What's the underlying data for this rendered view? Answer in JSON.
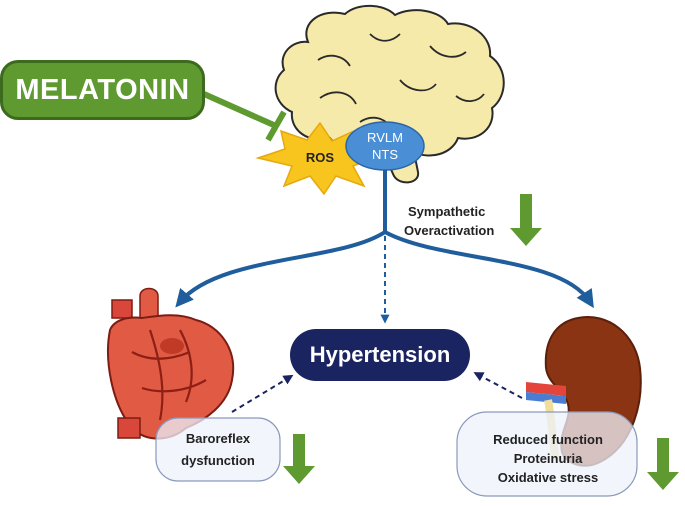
{
  "melatonin": "MELATONIN",
  "ros": "ROS",
  "rvlm": "RVLM",
  "nts": "NTS",
  "sympathetic": [
    "Sympathetic",
    "Overactivation"
  ],
  "hypertension": "Hypertension",
  "baroreflex": [
    "Baroreflex",
    "dysfunction"
  ],
  "kidney_effects": [
    "Reduced function",
    "Proteinuria",
    "Oxidative stress"
  ],
  "colors": {
    "green": "#5e9a30",
    "navy": "#1a2461",
    "arrow_blue": "#1f5d9c",
    "brain": "#f6eaaa",
    "ros": "#f7c51e",
    "heart": "#e05a44",
    "kidney": "#8a3414"
  }
}
